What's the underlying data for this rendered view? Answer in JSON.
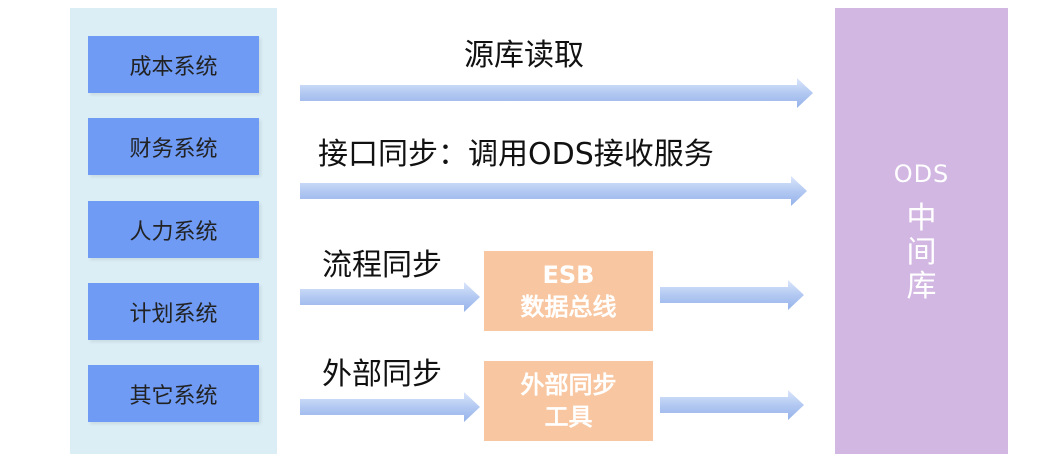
{
  "left_systems": [
    {
      "label": "成本系统"
    },
    {
      "label": "财务系统"
    },
    {
      "label": "人力系统"
    },
    {
      "label": "计划系统"
    },
    {
      "label": "其它系统"
    }
  ],
  "paths": {
    "source_read": "源库读取",
    "interface_sync": "接口同步：调用ODS接收服务",
    "process_sync": "流程同步",
    "external_sync": "外部同步"
  },
  "tools": {
    "esb_line1": "ESB",
    "esb_line2": "数据总线",
    "ext_line1": "外部同步",
    "ext_line2": "工具"
  },
  "ods": {
    "title": "ODS",
    "chars": [
      "中",
      "间",
      "库"
    ]
  }
}
